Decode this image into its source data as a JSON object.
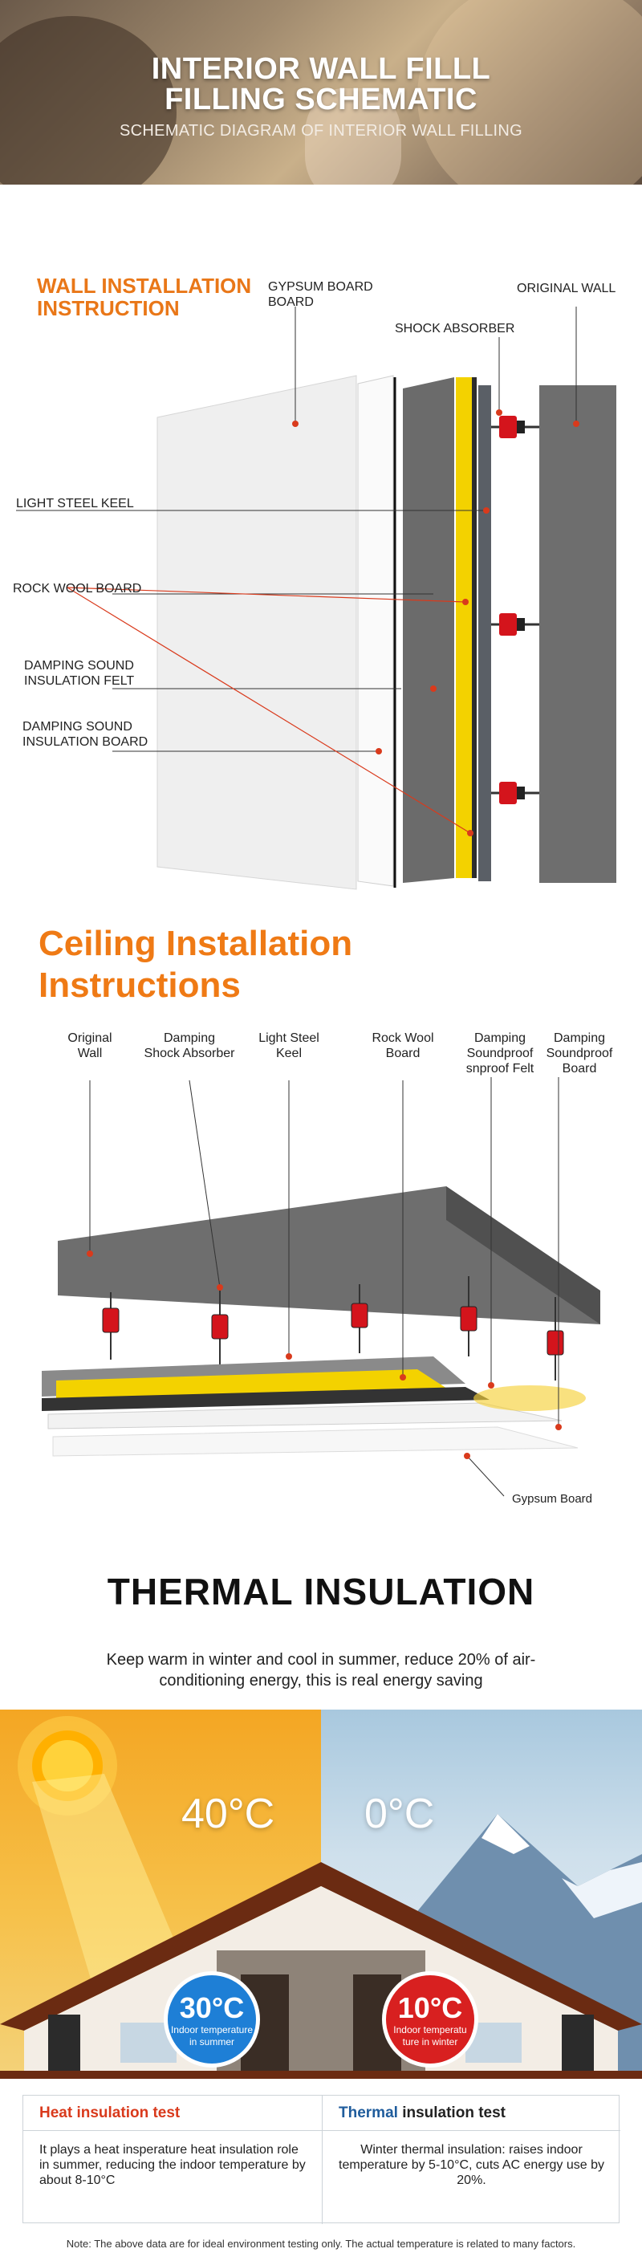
{
  "hero": {
    "title_line1": "INTERIOR WALL FILLL",
    "title_line2": "FILLING SCHEMATIC",
    "subtitle": "SCHEMATIC DIAGRAM OF INTERIOR WALL FILLING"
  },
  "wall": {
    "heading_line1": "WALL INSTALLATION",
    "heading_line2": "INSTRUCTION",
    "labels": {
      "gypsum_line1": "GYPSUM BOARD",
      "gypsum_line2": "BOARD",
      "original_wall": "ORIGINAL WALL",
      "shock_absorber": "SHOCK ABSORBER",
      "light_steel_keel": "LIGHT STEEL KEEL",
      "rock_wool": "ROCK WOOL BOARD",
      "felt_line1": "DAMPING SOUND",
      "felt_line2": "INSULATION FELT",
      "board_line1": "DAMPING SOUND",
      "board_line2": "INSULATION BOARD"
    }
  },
  "ceiling": {
    "heading_line1": "Ceiling Installation",
    "heading_line2": "Instructions",
    "labels": {
      "original_wall_1": "Original",
      "original_wall_2": "Wall",
      "shock_1": "Damping",
      "shock_2": "Shock Absorber",
      "keel_1": "Light Steel",
      "keel_2": "Keel",
      "rock_1": "Rock Wool",
      "rock_2": "Board",
      "felt_1": "Damping",
      "felt_2": "Soundproof",
      "felt_3": "snproof Felt",
      "board_1": "Damping",
      "board_2": "Soundproof",
      "board_3": "Board",
      "gypsum": "Gypsum Board"
    }
  },
  "thermal": {
    "title": "THERMAL INSULATION",
    "description": "Keep warm in winter and cool in summer, reduce 20% of air-conditioning energy, this is real energy saving",
    "outdoor_warm": "40°C",
    "outdoor_cold": "0°C",
    "summer_badge": {
      "temp": "30°C",
      "line1": "Indoor temperature",
      "line2": "in summer"
    },
    "winter_badge": {
      "temp": "10°C",
      "line1": "Indoor temperatu",
      "line2": "ture in winter"
    },
    "heat_test": {
      "title": "Heat insulation test",
      "body": "It plays a heat insperature heat insulation role in summer, reducing the indoor temperature by about 8-10°C"
    },
    "thermal_test": {
      "title_accent": "Thermal",
      "title_rest": " insulation test",
      "body": "Winter thermal insulation: raises indoor temperature by 5-10°C, cuts AC energy use by 20%."
    },
    "note": "Note: The above data are for ideal environment testing only. The actual temperature is related to many factors."
  },
  "colors": {
    "accent_orange": "#e97718",
    "red_text": "#d93a1c",
    "blue_text": "#1f5c9c",
    "summer_badge": "#1e7fd6",
    "winter_badge": "#d82020",
    "rock_wool_yellow": "#f3d200",
    "panel_grey": "#6b6b6b"
  }
}
